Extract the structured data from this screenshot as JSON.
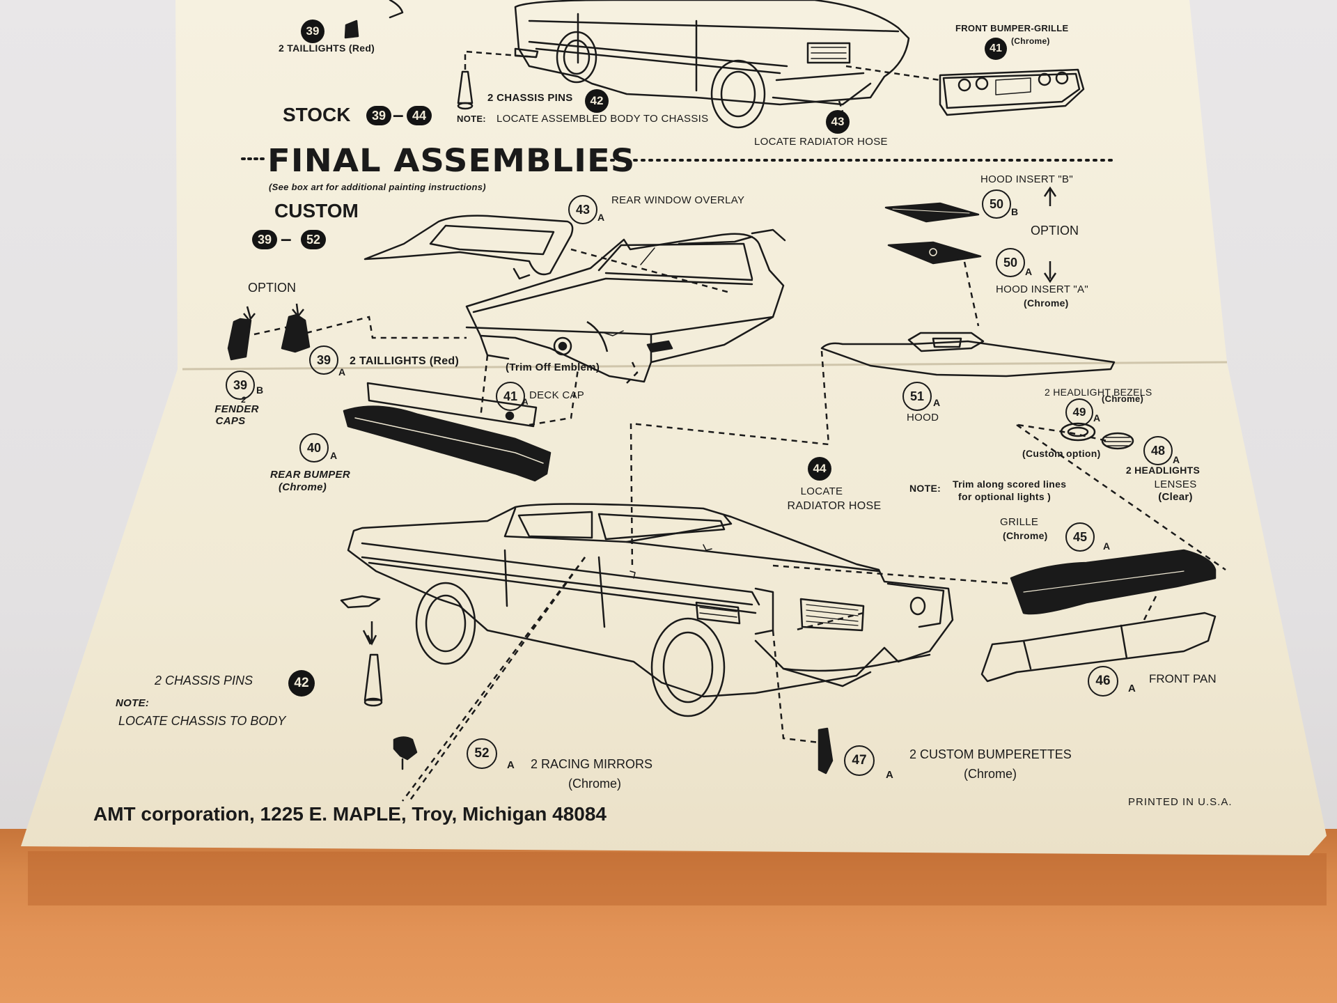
{
  "stock": {
    "taillights": {
      "num": "39",
      "label": "2 TAILLIGHTS (Red)"
    },
    "chassis_pins": {
      "num": "42",
      "label": "2 CHASSIS PINS"
    },
    "section_label": "STOCK",
    "range_start": "39",
    "range_end": "44",
    "note_prefix": "NOTE:",
    "note_text": "LOCATE ASSEMBLED BODY TO CHASSIS",
    "front_bumper": {
      "num": "41",
      "label": "FRONT BUMPER-GRILLE",
      "material": "(Chrome)"
    },
    "radiator": {
      "num": "43",
      "label": "LOCATE RADIATOR HOSE"
    }
  },
  "final": {
    "title": "FINAL ASSEMBLIES",
    "subtitle": "(See box art for additional painting instructions)",
    "custom_label": "CUSTOM",
    "range_start": "39",
    "range_end": "52"
  },
  "parts": {
    "rear_window": {
      "num": "43",
      "sub": "A",
      "label": "REAR WINDOW OVERLAY"
    },
    "option_left": "OPTION",
    "taillights": {
      "num": "39",
      "sub": "A",
      "label": "2 TAILLIGHTS (Red)"
    },
    "trim_emblem": "(Trim Off Emblem)",
    "fender_caps": {
      "num": "39",
      "sub": "B",
      "line1": "2",
      "line2": "FENDER",
      "line3": "CAPS"
    },
    "deck_cap": {
      "num": "41",
      "sub": "A",
      "label": "DECK CAP"
    },
    "rear_bumper": {
      "num": "40",
      "sub": "A",
      "label": "REAR BUMPER",
      "material": "(Chrome)"
    },
    "hood_b": {
      "num": "50",
      "sub": "B",
      "label": "HOOD INSERT \"B\""
    },
    "option_right": "OPTION",
    "hood_a": {
      "num": "50",
      "sub": "A",
      "label": "HOOD INSERT \"A\"",
      "material": "(Chrome)"
    },
    "hood": {
      "num": "51",
      "sub": "A",
      "label": "HOOD"
    },
    "bezels": {
      "num": "49",
      "sub": "A",
      "label": "2 HEADLIGHT BEZELS",
      "material": "(Chrome)"
    },
    "custom_option": "(Custom option)",
    "lenses": {
      "num": "48",
      "sub": "A",
      "line1": "2 HEADLIGHTS",
      "line2": "LENSES",
      "line3": "(Clear)"
    },
    "radiator": {
      "num": "44",
      "line1": "LOCATE",
      "line2": "RADIATOR HOSE"
    },
    "note_prefix": "NOTE:",
    "note_line1": "Trim along scored lines",
    "note_line2": "for optional lights )",
    "grille": {
      "num": "45",
      "sub": "A",
      "label": "GRILLE",
      "material": "(Chrome)"
    },
    "front_pan": {
      "num": "46",
      "sub": "A",
      "label": "FRONT PAN"
    },
    "chassis_pins": {
      "num": "42",
      "label": "2 CHASSIS PINS"
    },
    "note2_prefix": "NOTE:",
    "note2_text": "LOCATE CHASSIS TO BODY",
    "mirrors": {
      "num": "52",
      "sub": "A",
      "label": "2 RACING MIRRORS",
      "material": "(Chrome)"
    },
    "bumperettes": {
      "num": "47",
      "sub": "A",
      "label": "2 CUSTOM BUMPERETTES",
      "material": "(Chrome)"
    }
  },
  "footer": {
    "address": "AMT corporation, 1225 E. MAPLE, Troy, Michigan 48084",
    "printed": "PRINTED IN U.S.A."
  },
  "colors": {
    "paper": "#f4eedc",
    "ink": "#1a1a1a",
    "table": "#e29357",
    "wall": "#e7e5e6"
  }
}
